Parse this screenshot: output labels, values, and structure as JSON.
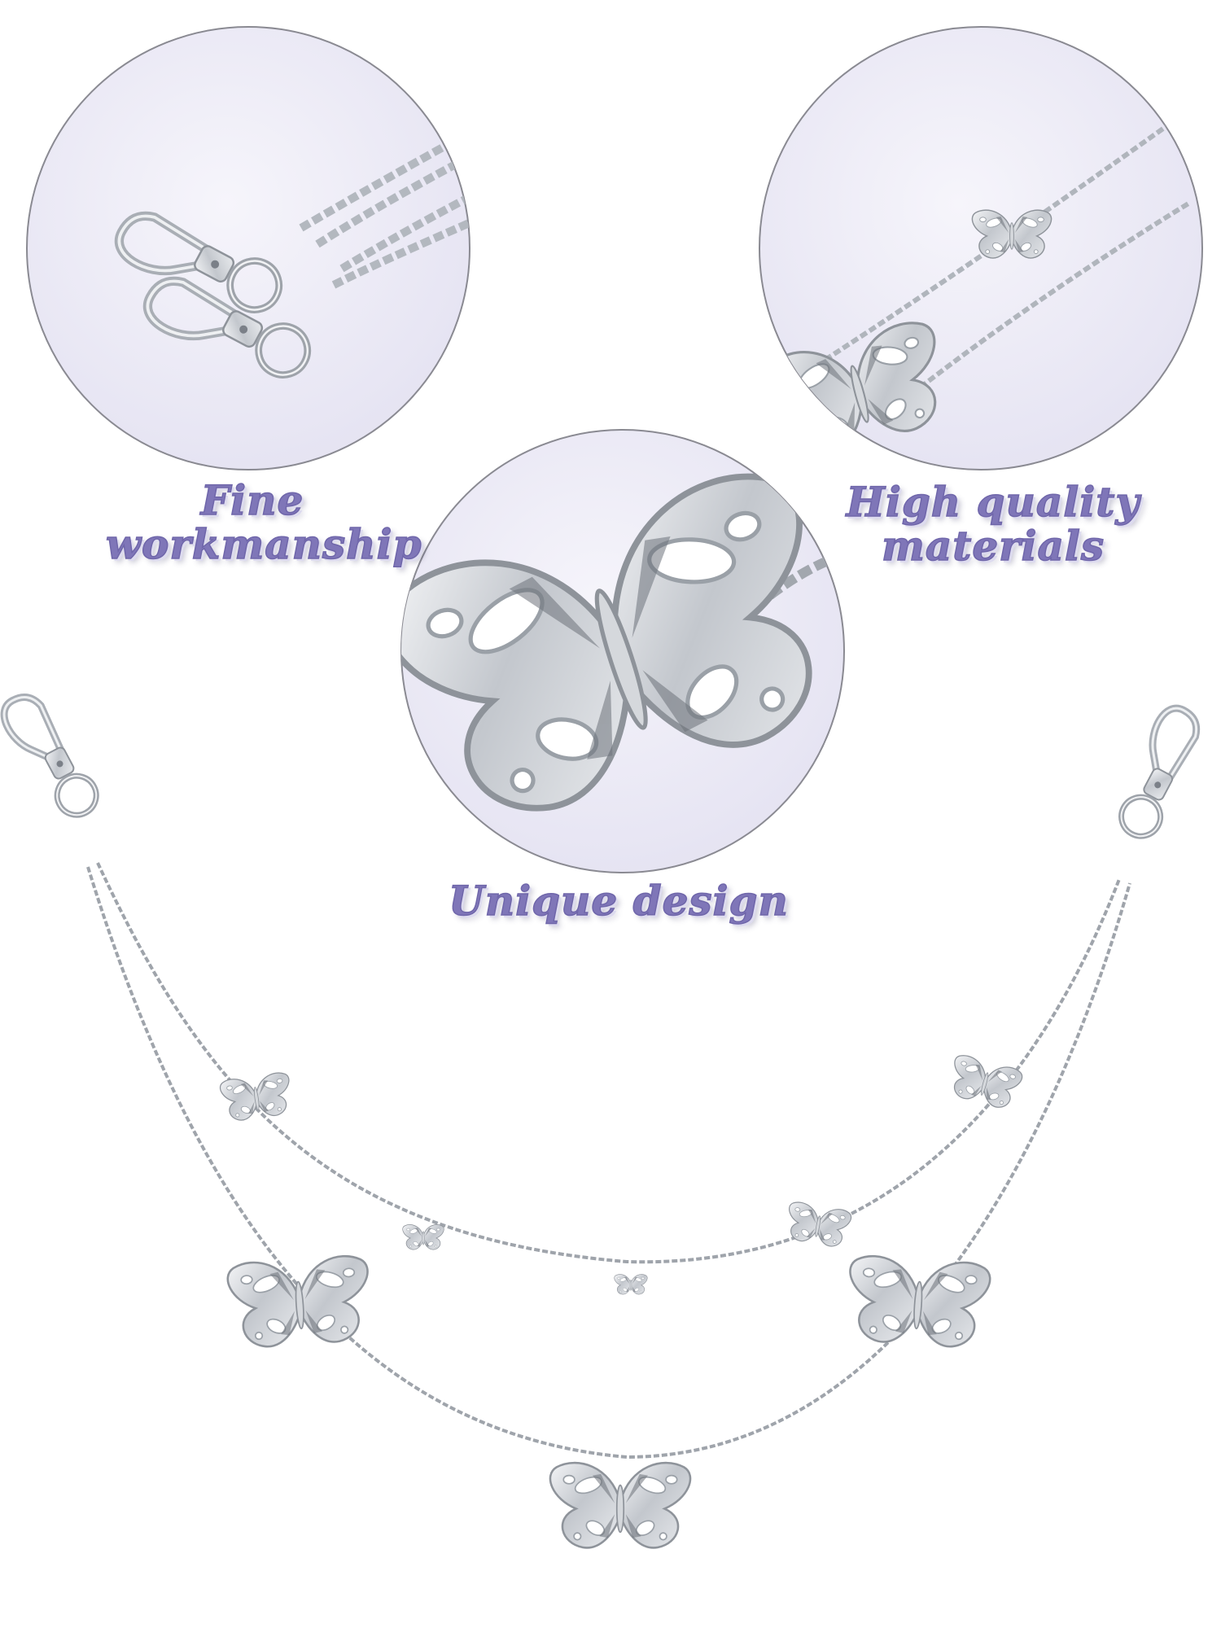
{
  "colors": {
    "caption_text": "#7f76b8",
    "circle_fill": "#eceaf6",
    "circle_border": "#8a8a92",
    "metal": "#c9cdd2"
  },
  "captions": {
    "fine": {
      "line1": "Fine",
      "line2": "workmanship"
    },
    "high_quality": {
      "line1": "High quality",
      "line2": "materials"
    },
    "unique": {
      "line1": "Unique design"
    }
  },
  "icons": {
    "clasp": "lobster-clasp-icon",
    "butterfly": "butterfly-icon",
    "chain": "chain-icon"
  }
}
